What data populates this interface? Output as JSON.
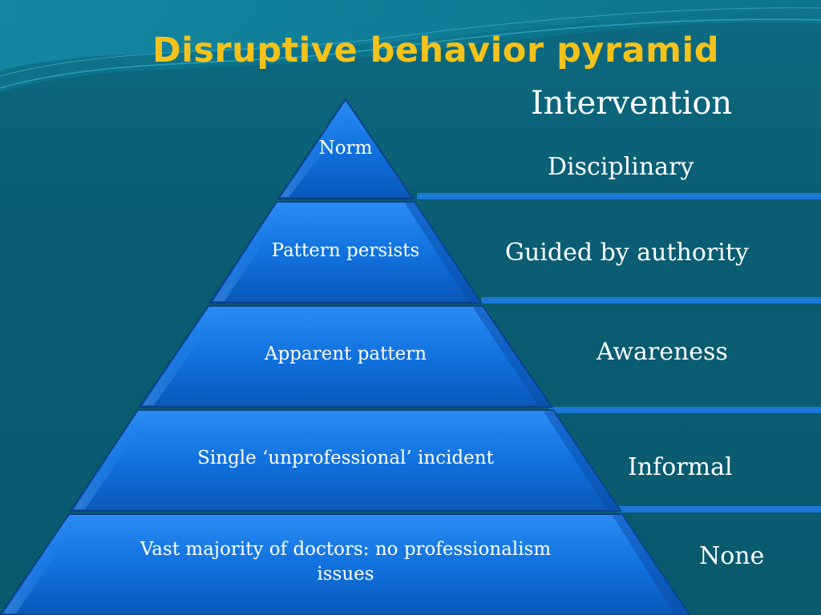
{
  "slide": {
    "title": "Disruptive behavior pyramid",
    "intervention_header": "Intervention"
  },
  "pyramid": {
    "levels": [
      {
        "label": "Norm",
        "intervention": "Disciplinary"
      },
      {
        "label": "Pattern persists",
        "intervention": "Guided by authority"
      },
      {
        "label": "Apparent pattern",
        "intervention": "Awareness"
      },
      {
        "label": "Single ‘unprofessional’ incident",
        "intervention": "Informal"
      },
      {
        "label": "Vast majority of doctors: no professionalism issues",
        "intervention": "None"
      }
    ]
  },
  "colors": {
    "title": "#f3c21b",
    "pyramid_fill": "#1173e0",
    "pyramid_edge": "#0a3f86",
    "divider": "#1b78d6",
    "text": "#ffffff"
  }
}
